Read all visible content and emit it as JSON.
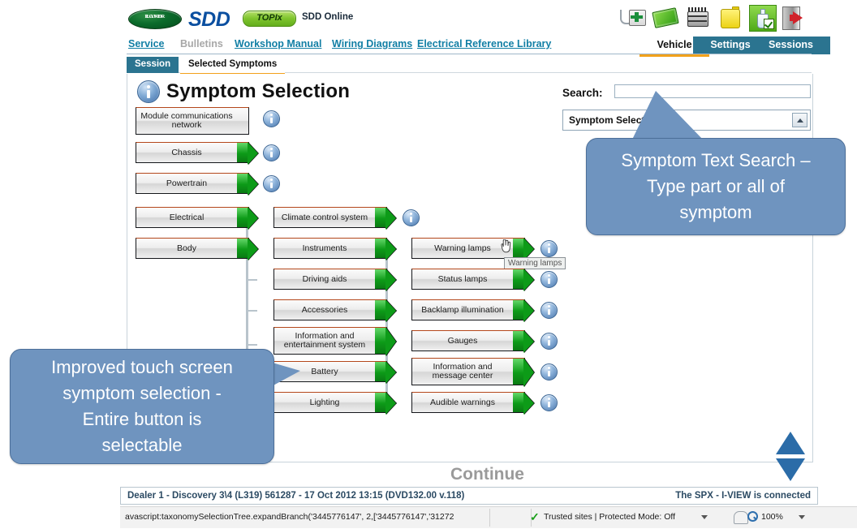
{
  "header": {
    "brand_logo": "land-rover-oval-logo",
    "brand_text_top": "LAND-",
    "brand_text_bottom": "ROVER",
    "sdd_logo": "SDD",
    "topix_logo": "TOPIx",
    "online_label": "SDD Online",
    "nav_links": [
      {
        "label": "Service",
        "disabled": false
      },
      {
        "label": "Bulletins",
        "disabled": true
      },
      {
        "label": "Workshop Manual",
        "disabled": false
      },
      {
        "label": "Wiring Diagrams",
        "disabled": false
      },
      {
        "label": "Electrical Reference Library",
        "disabled": false
      }
    ],
    "toolbar_icons": [
      "first-aid-diagnostics-icon",
      "green-card-icon",
      "battery-icon",
      "fuel-can-icon",
      "fluid-check-icon",
      "exit-door-icon"
    ],
    "vehicle_tabs": [
      {
        "label": "Vehicle",
        "active": true
      },
      {
        "label": "Settings",
        "active": false
      },
      {
        "label": "Sessions",
        "active": false
      }
    ],
    "sub_tabs": [
      {
        "label": "Session",
        "selected": true
      },
      {
        "label": "Selected Symptoms",
        "current": true
      }
    ]
  },
  "page": {
    "title": "Symptom Selection",
    "title_icon": "info-icon"
  },
  "search": {
    "label": "Search:",
    "value": "",
    "placeholder": "",
    "dropdown_value": "Symptom Selection",
    "scroll_button_icon": "scroll-up-icon"
  },
  "tree": {
    "column1": [
      {
        "label": "Module communications network",
        "has_arrow": false,
        "has_info": true,
        "tall": true
      },
      {
        "label": "Chassis",
        "has_arrow": true,
        "has_info": true,
        "tall": false
      },
      {
        "label": "Powertrain",
        "has_arrow": true,
        "has_info": true,
        "tall": false
      },
      {
        "label": "Electrical",
        "has_arrow": true,
        "has_info": false,
        "tall": false
      },
      {
        "label": "Body",
        "has_arrow": true,
        "has_info": false,
        "tall": false
      }
    ],
    "column2": [
      {
        "label": "Climate control system",
        "has_arrow": true,
        "has_info": true,
        "tall": false
      },
      {
        "label": "Instruments",
        "has_arrow": true,
        "has_info": false,
        "tall": false
      },
      {
        "label": "Driving aids",
        "has_arrow": true,
        "has_info": false,
        "tall": false
      },
      {
        "label": "Accessories",
        "has_arrow": true,
        "has_info": false,
        "tall": false
      },
      {
        "label": "Information and entertainment system",
        "has_arrow": true,
        "has_info": false,
        "tall": true
      },
      {
        "label": "Battery",
        "has_arrow": true,
        "has_info": false,
        "tall": false
      },
      {
        "label": "Lighting",
        "has_arrow": true,
        "has_info": false,
        "tall": false
      }
    ],
    "column3": [
      {
        "label": "Warning lamps",
        "has_arrow": true,
        "has_info": true,
        "tall": false
      },
      {
        "label": "Status lamps",
        "has_arrow": true,
        "has_info": true,
        "tall": false
      },
      {
        "label": "Backlamp illumination",
        "has_arrow": true,
        "has_info": true,
        "tall": false
      },
      {
        "label": "Gauges",
        "has_arrow": true,
        "has_info": true,
        "tall": false
      },
      {
        "label": "Information and message center",
        "has_arrow": true,
        "has_info": true,
        "tall": true
      },
      {
        "label": "Audible warnings",
        "has_arrow": true,
        "has_info": true,
        "tall": false
      }
    ]
  },
  "tooltip": {
    "text": "Warning lamps"
  },
  "footer": {
    "continue_label": "Continue",
    "scroll_up_icon": "scroll-up-arrow",
    "scroll_down_icon": "scroll-down-arrow"
  },
  "status_bar": {
    "left": "Dealer 1 - Discovery 3\\4 (L319) 561287 - 17 Oct 2012 13:15 (DVD132.00 v.118)",
    "right": "The SPX - I-VIEW is connected"
  },
  "browser_bar": {
    "js_status": "avascript:taxonomySelectionTree.expandBranch('3445776147', 2,['3445776147','31272",
    "zone": "Trusted sites | Protected Mode: Off",
    "zone_icon": "check-icon",
    "privacy_icon": "privacy-lock-icon",
    "zoom_icon": "magnifier-icon",
    "zoom_level": "100%"
  },
  "callouts": [
    {
      "id": "search-callout",
      "lines": [
        "Symptom Text Search –",
        "Type part or all of",
        "symptom"
      ]
    },
    {
      "id": "touch-callout",
      "lines": [
        "Improved touch screen",
        "symptom selection -",
        "Entire button is",
        "selectable"
      ]
    }
  ],
  "colors": {
    "accent_teal": "#2b7490",
    "link_blue": "#127fa5",
    "orange_underline": "#f2a11b",
    "arrow_green": "#0d9b18",
    "callout_blue": "#6f94bf",
    "status_navy": "#2b4a63"
  }
}
